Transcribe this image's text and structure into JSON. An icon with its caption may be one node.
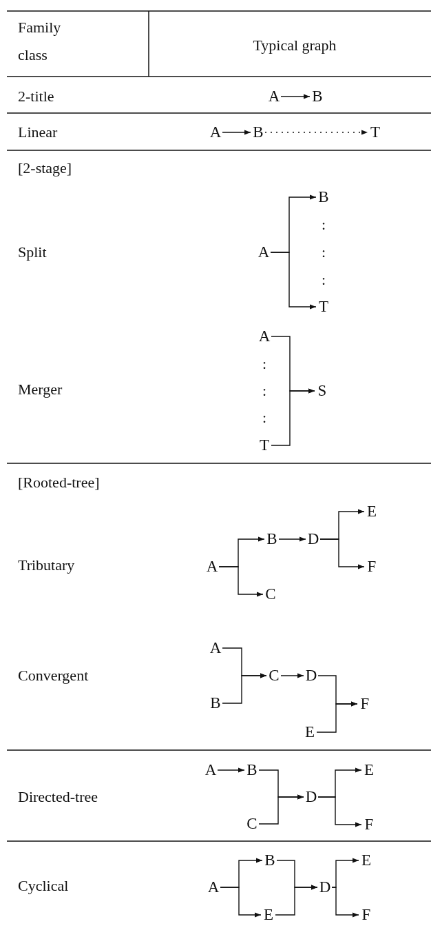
{
  "diagram": {
    "nodes": [
      {
        "text": [
          "A"
        ]
      },
      {
        "text": [
          "B"
        ]
      },
      {
        "text": [
          "A"
        ]
      },
      {
        "text": [
          "B"
        ]
      },
      {
        "text": [
          "T"
        ]
      },
      {
        "text": [
          "A"
        ]
      },
      {
        "text": [
          "B"
        ]
      },
      {
        "text": [
          "T"
        ]
      },
      {
        "text": [
          "A"
        ]
      },
      {
        "text": [
          "T"
        ]
      },
      {
        "text": [
          "S"
        ]
      },
      {
        "text": [
          "A"
        ]
      },
      {
        "text": [
          "B"
        ]
      },
      {
        "text": [
          "C"
        ]
      },
      {
        "text": [
          "D"
        ]
      },
      {
        "text": [
          "E"
        ]
      },
      {
        "text": [
          "F"
        ]
      },
      {
        "text": [
          "A"
        ]
      },
      {
        "text": [
          "B"
        ]
      },
      {
        "text": [
          "C"
        ]
      },
      {
        "text": [
          "D"
        ]
      },
      {
        "text": [
          "E"
        ]
      },
      {
        "text": [
          "F"
        ]
      },
      {
        "text": [
          "A"
        ]
      },
      {
        "text": [
          "B"
        ]
      },
      {
        "text": [
          "C"
        ]
      },
      {
        "text": [
          "D"
        ]
      },
      {
        "text": [
          "E"
        ]
      },
      {
        "text": [
          "F"
        ]
      },
      {
        "text": [
          "A"
        ]
      },
      {
        "text": [
          "B"
        ]
      },
      {
        "text": [
          "E"
        ]
      },
      {
        "text": [
          "D"
        ]
      },
      {
        "text": [
          "E"
        ]
      },
      {
        "text": [
          "F"
        ]
      }
    ],
    "edges": [
      {
        "from": 0,
        "to": 1,
        "arrow": "to"
      },
      {
        "from": 2,
        "to": 3,
        "arrow": "to"
      },
      {
        "from": 3,
        "to": 4,
        "arrow": "to",
        "style": "dashed"
      },
      {
        "from": 5,
        "to": 6,
        "arrow": "to"
      },
      {
        "from": 5,
        "to": 7,
        "arrow": "to"
      },
      {
        "from": 8,
        "to": 10,
        "arrow": "to"
      },
      {
        "from": 9,
        "to": 10,
        "arrow": "to"
      },
      {
        "from": 11,
        "to": 12,
        "arrow": "to"
      },
      {
        "from": 11,
        "to": 13,
        "arrow": "to"
      },
      {
        "from": 12,
        "to": 14,
        "arrow": "to"
      },
      {
        "from": 14,
        "to": 15,
        "arrow": "to"
      },
      {
        "from": 14,
        "to": 16,
        "arrow": "to"
      },
      {
        "from": 17,
        "to": 19,
        "arrow": "to"
      },
      {
        "from": 18,
        "to": 19,
        "arrow": "to"
      },
      {
        "from": 19,
        "to": 20,
        "arrow": "to"
      },
      {
        "from": 20,
        "to": 22,
        "arrow": "to"
      },
      {
        "from": 21,
        "to": 22,
        "arrow": "to"
      },
      {
        "from": 23,
        "to": 24,
        "arrow": "to"
      },
      {
        "from": 24,
        "to": 26,
        "arrow": "to"
      },
      {
        "from": 25,
        "to": 26,
        "arrow": "to"
      },
      {
        "from": 26,
        "to": 27,
        "arrow": "to"
      },
      {
        "from": 26,
        "to": 28,
        "arrow": "to"
      },
      {
        "from": 29,
        "to": 30,
        "arrow": "to"
      },
      {
        "from": 29,
        "to": 31,
        "arrow": "to"
      },
      {
        "from": 30,
        "to": 32,
        "arrow": "to"
      },
      {
        "from": 31,
        "to": 32,
        "arrow": "to"
      },
      {
        "from": 32,
        "to": 33,
        "arrow": "to"
      },
      {
        "from": 32,
        "to": 34,
        "arrow": "to"
      }
    ],
    "labels": [
      "Family class",
      "Typical graph",
      "2-title",
      "Linear",
      "[2-stage]",
      "Split",
      ":",
      ":",
      ":",
      "Merger",
      ":",
      ":",
      ":",
      "[Rooted-tree]",
      "Tributary",
      "Convergent",
      "Directed-tree",
      "Cyclical"
    ]
  }
}
